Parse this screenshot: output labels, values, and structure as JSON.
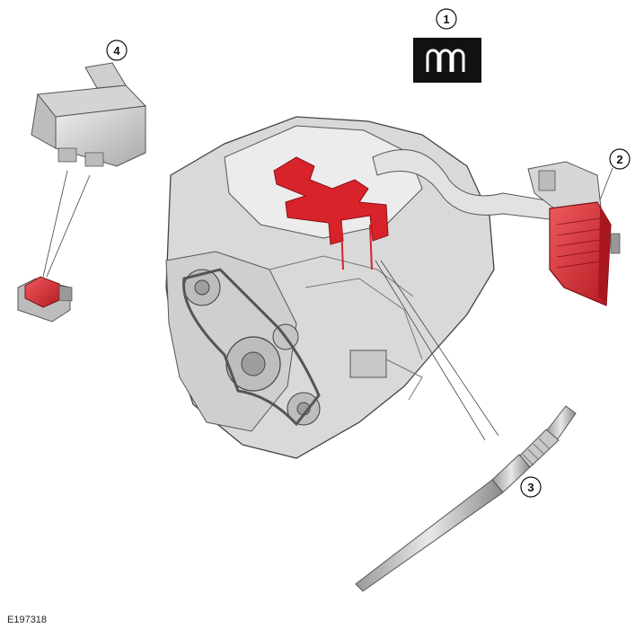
{
  "callouts": [
    {
      "id": "1",
      "label": "1"
    },
    {
      "id": "2",
      "label": "2"
    },
    {
      "id": "3",
      "label": "3"
    },
    {
      "id": "4",
      "label": "4"
    }
  ],
  "symbol": {
    "icon": "glow-plug-coil-icon",
    "background": "#111111",
    "foreground": "#ffffff"
  },
  "colors": {
    "highlight": "#d8232a",
    "part": "#c9c9c9",
    "outline": "#555555"
  },
  "reference_id": "E197318"
}
